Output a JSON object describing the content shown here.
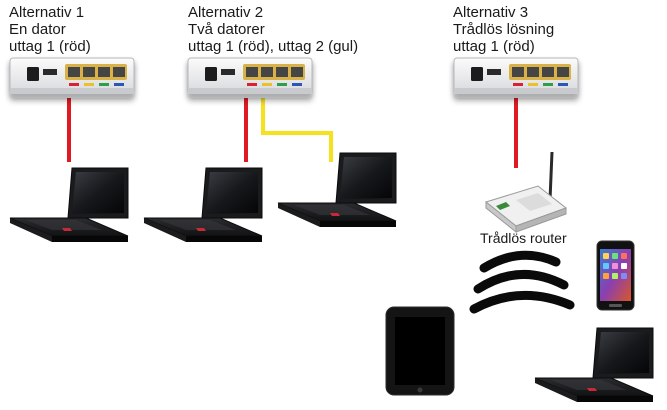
{
  "alternatives": [
    {
      "title": "Alternativ 1",
      "line1": "En dator",
      "line2": "uttag 1 (röd)"
    },
    {
      "title": "Alternativ 2",
      "line1": "Två datorer",
      "line2": "uttag 1 (röd), uttag 2 (gul)"
    },
    {
      "title": "Alternativ 3",
      "line1": "Trådlös lösning",
      "line2": "uttag 1 (röd)"
    }
  ],
  "wireless_router_label": "Trådlös router",
  "colors": {
    "cable_red": "#e01a22",
    "cable_yellow": "#f5e11e",
    "port_red": "#d9232d",
    "port_yellow": "#e9c12a",
    "port_green": "#2f9e4a",
    "port_blue": "#2e56b8"
  }
}
